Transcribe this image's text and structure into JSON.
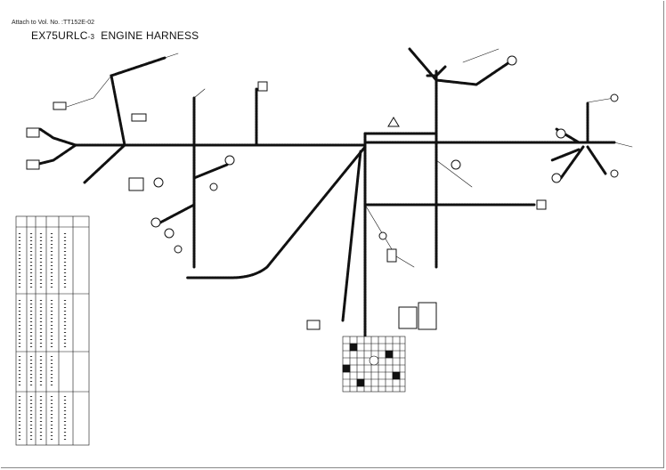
{
  "header": {
    "attach_note": "Attach to Vol. No. :TT152E-02",
    "model": "EX75URLC",
    "model_suffix": "-3",
    "title": "ENGINE HARNESS"
  },
  "colors": {
    "ink": "#111111",
    "paper": "#ffffff"
  }
}
